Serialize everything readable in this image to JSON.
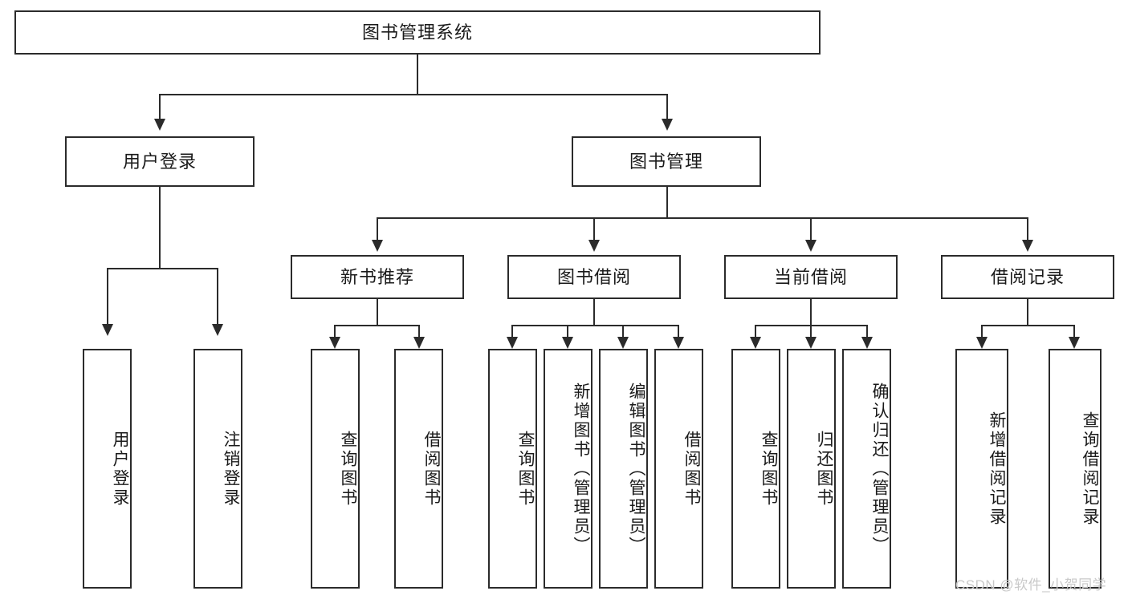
{
  "diagram": {
    "type": "tree-hierarchy-chart",
    "title": "图书管理系统",
    "root": {
      "id": "root",
      "label": "图书管理系统"
    },
    "level1": [
      {
        "id": "user-login",
        "label": "用户登录"
      },
      {
        "id": "book-manage",
        "label": "图书管理"
      }
    ],
    "level2": [
      {
        "id": "new-book-recommend",
        "label": "新书推荐",
        "parent": "book-manage"
      },
      {
        "id": "book-borrow",
        "label": "图书借阅",
        "parent": "book-manage"
      },
      {
        "id": "current-borrow",
        "label": "当前借阅",
        "parent": "book-manage"
      },
      {
        "id": "borrow-record",
        "label": "借阅记录",
        "parent": "book-manage"
      }
    ],
    "leaves": {
      "user_login": [
        {
          "id": "leaf-user-login",
          "label": "用户登录"
        },
        {
          "id": "leaf-user-logout",
          "label": "注销登录"
        }
      ],
      "new_book_recommend": [
        {
          "id": "leaf-query-book-1",
          "label": "查询图书"
        },
        {
          "id": "leaf-borrow-book-1",
          "label": "借阅图书"
        }
      ],
      "book_borrow": [
        {
          "id": "leaf-query-book-2",
          "label": "查询图书"
        },
        {
          "id": "leaf-add-book",
          "label": "新增图书（管理员）"
        },
        {
          "id": "leaf-edit-book",
          "label": "编辑图书（管理员）"
        },
        {
          "id": "leaf-borrow-book-2",
          "label": "借阅图书"
        }
      ],
      "current_borrow": [
        {
          "id": "leaf-query-book-3",
          "label": "查询图书"
        },
        {
          "id": "leaf-return-book",
          "label": "归还图书"
        },
        {
          "id": "leaf-confirm-return",
          "label": "确认归还（管理员）"
        }
      ],
      "borrow_record": [
        {
          "id": "leaf-add-record",
          "label": "新增借阅记录"
        },
        {
          "id": "leaf-query-record",
          "label": "查询借阅记录"
        }
      ]
    }
  },
  "watermark": {
    "text": "CSDN @软件_小贺同学",
    "color": "#c9c9c9"
  },
  "colors": {
    "stroke": "#2b2b2b",
    "background": "#ffffff",
    "text": "#1a1a1a"
  }
}
